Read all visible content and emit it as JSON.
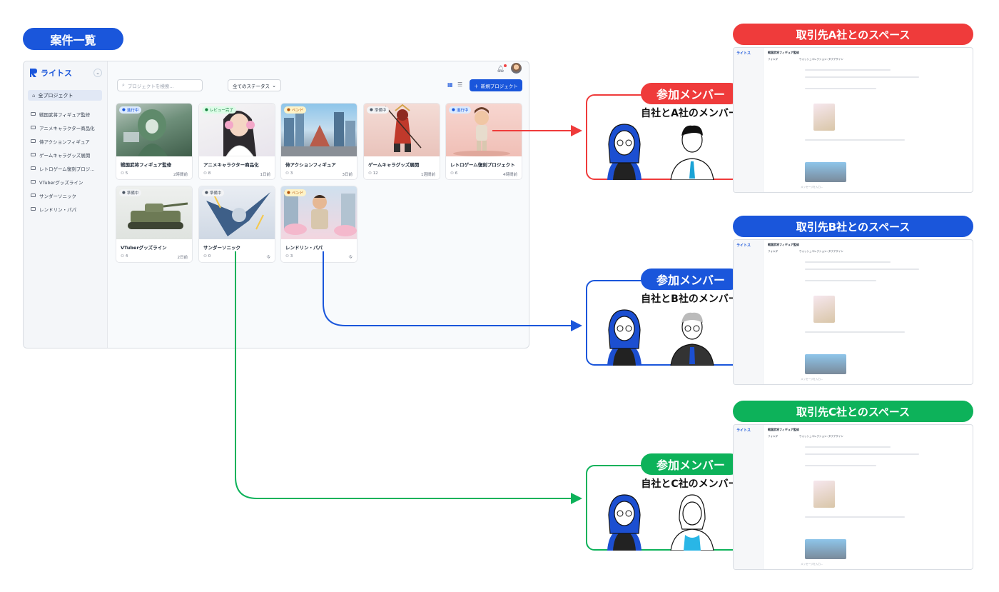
{
  "page_title": "案件一覧",
  "colors": {
    "brand": "#1a56db",
    "a": "#ef3b3b",
    "b": "#1a56db",
    "c": "#0db25a"
  },
  "app": {
    "logo_text": "ライトス",
    "nav_all": "全プロジェクト",
    "nav_items": [
      "戦国武将フィギュア監修",
      "アニメキャラクター商品化",
      "侍アクションフィギュア",
      "ゲームキャラグッズ展開",
      "レトロゲーム復刻プロジ…",
      "VTuberグッズライン",
      "サンダーソニック",
      "レンドリン・パパ"
    ],
    "search_placeholder": "プロジェクトを検索...",
    "status_select": "全てのステータス",
    "new_project": "新規プロジェクト",
    "cards": [
      {
        "title": "戦国武将フィギュア監修",
        "badge": "進行中",
        "members": "5",
        "time": "2時間前"
      },
      {
        "title": "アニメキャラクター商品化",
        "badge": "レビュー完了",
        "members": "8",
        "time": "1日前"
      },
      {
        "title": "侍アクションフィギュア",
        "badge": "ペンド",
        "members": "3",
        "time": "3日前"
      },
      {
        "title": "ゲームキャラグッズ展開",
        "badge": "準備中",
        "members": "12",
        "time": "1週間前"
      },
      {
        "title": "レトロゲーム復刻プロジェクト",
        "badge": "進行中",
        "members": "6",
        "time": "4時間前"
      },
      {
        "title": "VTuberグッズライン",
        "badge": "準備中",
        "members": "4",
        "time": "2日前"
      },
      {
        "title": "サンダーソニック",
        "badge": "準備中",
        "members": "0",
        "time": "今"
      },
      {
        "title": "レンドリン・パパ",
        "badge": "ペンド",
        "members": "3",
        "time": "今"
      }
    ]
  },
  "members": {
    "label": "参加メンバー",
    "a": "自社とA社のメンバー",
    "b": "自社とB社のメンバー",
    "c": "自社とC社のメンバー"
  },
  "spaces": {
    "a": "取引先A社とのスペース",
    "b": "取引先B社とのスペース",
    "c": "取引先C社とのスペース",
    "panel_logo": "ライトス",
    "panel_title": "戦国武将フィギュア監修",
    "panel_folder": "フォルダ",
    "panel_chat": "ウォッシュコレクション: タフデザイン",
    "panel_placeholder": "メッセージを入力..."
  }
}
